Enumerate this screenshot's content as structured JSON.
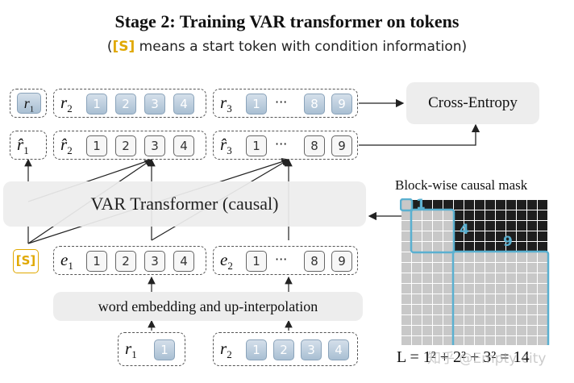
{
  "title": "Stage 2:  Training VAR transformer on tokens",
  "subtitle": {
    "open_paren": "(",
    "token": "[S]",
    "rest": " means a start token with condition information)"
  },
  "cross_entropy": "Cross-Entropy",
  "transformer": "VAR Transformer (causal)",
  "embedding": "word embedding and up-interpolation",
  "start_token": "[S]",
  "mask_title": "Block-wise causal mask",
  "mask_blocks": [
    "1",
    "4",
    "9"
  ],
  "formula": "L = 1² + 2² + 3² = 14",
  "watermark": "知乎 @Empty city",
  "rows": {
    "targets": {
      "g1": {
        "var": "r",
        "sub": "1"
      },
      "g2": {
        "var": "r",
        "sub": "2",
        "tokens": [
          "1",
          "2",
          "3",
          "4"
        ]
      },
      "g3": {
        "var": "r",
        "sub": "3",
        "tokens": [
          "1",
          "8",
          "9"
        ],
        "dots": "···"
      }
    },
    "preds": {
      "g1": {
        "var": "r̂",
        "sub": "1"
      },
      "g2": {
        "var": "r̂",
        "sub": "2",
        "tokens": [
          "1",
          "2",
          "3",
          "4"
        ]
      },
      "g3": {
        "var": "r̂",
        "sub": "3",
        "tokens": [
          "1",
          "8",
          "9"
        ],
        "dots": "···"
      }
    },
    "inputs": {
      "g1": {
        "var": "e",
        "sub": "1",
        "tokens": [
          "1",
          "2",
          "3",
          "4"
        ]
      },
      "g2": {
        "var": "e",
        "sub": "2",
        "tokens": [
          "1",
          "8",
          "9"
        ],
        "dots": "···"
      }
    },
    "bottom": {
      "g1": {
        "var": "r",
        "sub": "1",
        "tokens": [
          "1"
        ]
      },
      "g2": {
        "var": "r",
        "sub": "2",
        "tokens": [
          "1",
          "2",
          "3",
          "4"
        ]
      }
    }
  },
  "colors": {
    "start_token": "#e0a800",
    "mask_highlight": "#5ab0d0",
    "mask_dark": "#1e1e1e",
    "mask_light": "#c8c8c8",
    "token_blue": "#a9bfd3"
  }
}
